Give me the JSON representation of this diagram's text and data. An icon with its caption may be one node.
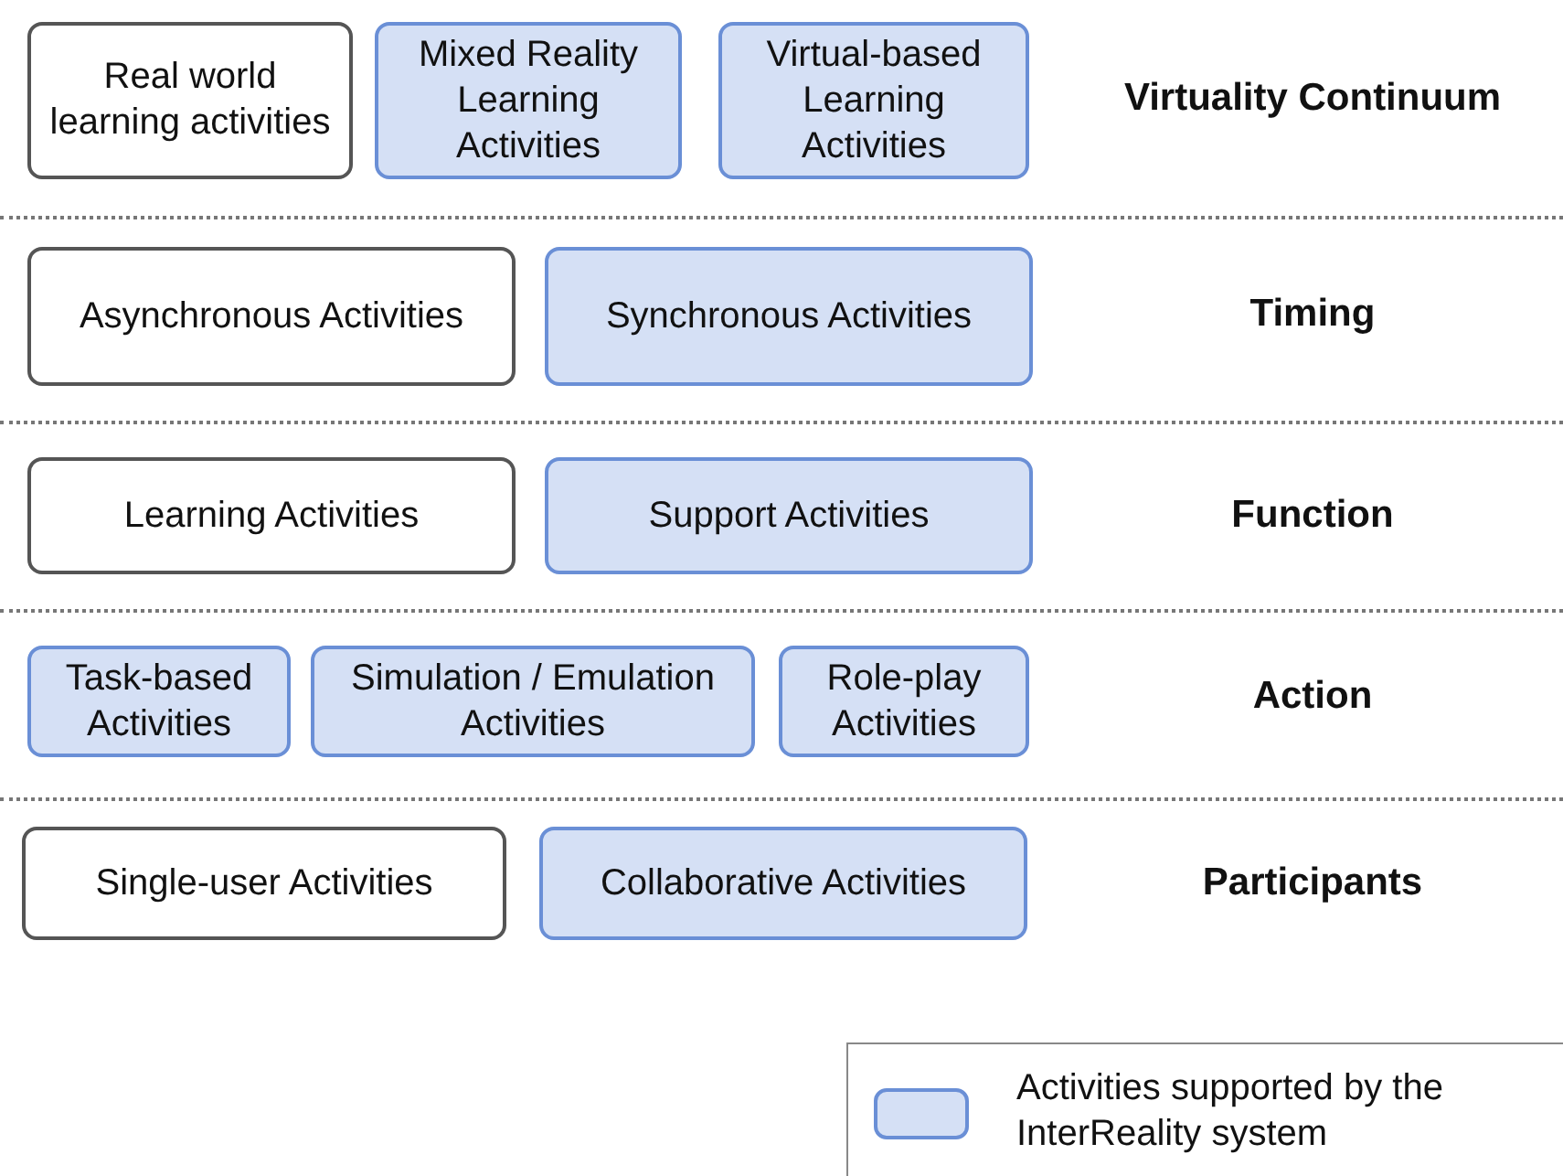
{
  "diagram": {
    "nodes": [
      {
        "text": [
          "Real world learning activities"
        ]
      },
      {
        "text": [
          "Mixed Reality Learning Activities"
        ]
      },
      {
        "text": [
          "Virtual-based Learning Activities"
        ]
      },
      {
        "text": [
          "Asynchronous Activities"
        ]
      },
      {
        "text": [
          "Synchronous Activities"
        ]
      },
      {
        "text": [
          "Learning Activities"
        ]
      },
      {
        "text": [
          "Support Activities"
        ]
      },
      {
        "text": [
          "Task-based Activities"
        ]
      },
      {
        "text": [
          "Simulation / Emulation Activities"
        ]
      },
      {
        "text": [
          "Role-play Activities"
        ]
      },
      {
        "text": [
          "Single-user Activities"
        ]
      },
      {
        "text": [
          "Collaborative Activities"
        ]
      }
    ],
    "edges": [],
    "labels": [
      "Virtuality Continuum",
      "Timing",
      "Function",
      "Action",
      "Participants"
    ],
    "legend": [
      {
        "text": "Activities supported by the InterReality system",
        "color": "#d5e0f5"
      }
    ]
  }
}
